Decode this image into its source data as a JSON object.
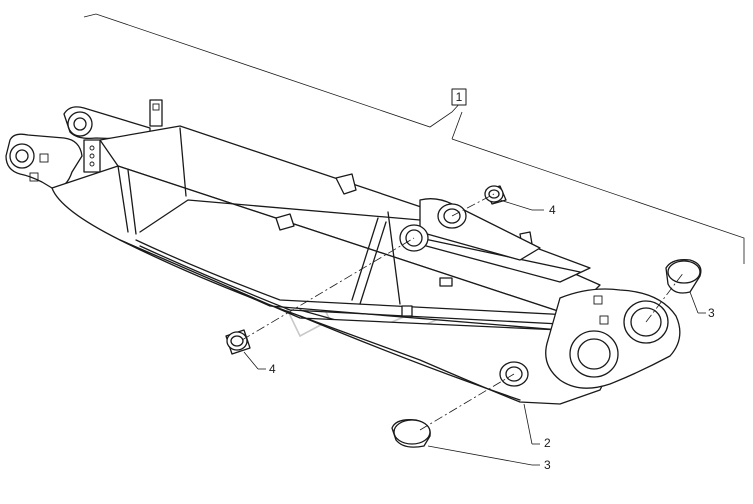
{
  "drawing": {
    "callouts": [
      {
        "id": "callout-1",
        "label": "1"
      },
      {
        "id": "callout-2",
        "label": "2"
      },
      {
        "id": "callout-3-lower",
        "label": "3"
      },
      {
        "id": "callout-3-right",
        "label": "3"
      },
      {
        "id": "callout-4-upper",
        "label": "4"
      },
      {
        "id": "callout-4-left",
        "label": "4"
      }
    ]
  }
}
